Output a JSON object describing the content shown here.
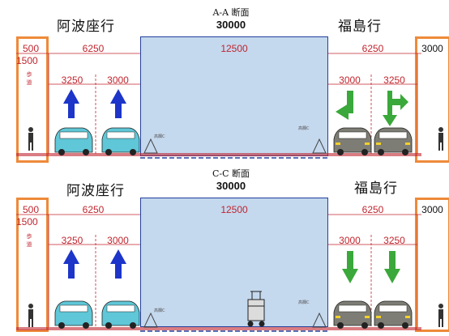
{
  "colors": {
    "dimension_red": "#c0252e",
    "median_fill": "#c4d8ee",
    "median_border": "#23409c",
    "sidewalk_box": "#ee8a3a",
    "arrow_blue": "#1d35c8",
    "arrow_green": "#3aa83a",
    "car_left": "#5fc7d7",
    "car_right": "#7d7d75"
  },
  "sections": [
    {
      "title": "A-A 断面",
      "total_width": "30000",
      "left_direction": "阿波座行",
      "right_direction": "福島行",
      "left_edge": "500",
      "left_road": "6250",
      "median": "12500",
      "right_road": "6250",
      "right_edge": "3000",
      "sidewalk": "1500",
      "sidewalk_label": "歩道",
      "lane_left_1": "3250",
      "lane_left_2": "3000",
      "lane_right_1": "3000",
      "lane_right_2": "3250",
      "left_arrows": [
        "straight",
        "straight"
      ],
      "right_arrows": [
        "left-turn",
        "straight-right"
      ],
      "median_marker": "高欄C",
      "has_crane": false
    },
    {
      "title": "C-C 断面",
      "total_width": "30000",
      "left_direction": "阿波座行",
      "right_direction": "福島行",
      "left_edge": "500",
      "left_road": "6250",
      "median": "12500",
      "right_road": "6250",
      "right_edge": "3000",
      "sidewalk": "1500",
      "sidewalk_label": "歩道",
      "lane_left_1": "3250",
      "lane_left_2": "3000",
      "lane_right_1": "3000",
      "lane_right_2": "3250",
      "left_arrows": [
        "straight",
        "straight"
      ],
      "right_arrows": [
        "straight",
        "straight"
      ],
      "median_marker": "高欄C",
      "has_crane": true
    }
  ]
}
